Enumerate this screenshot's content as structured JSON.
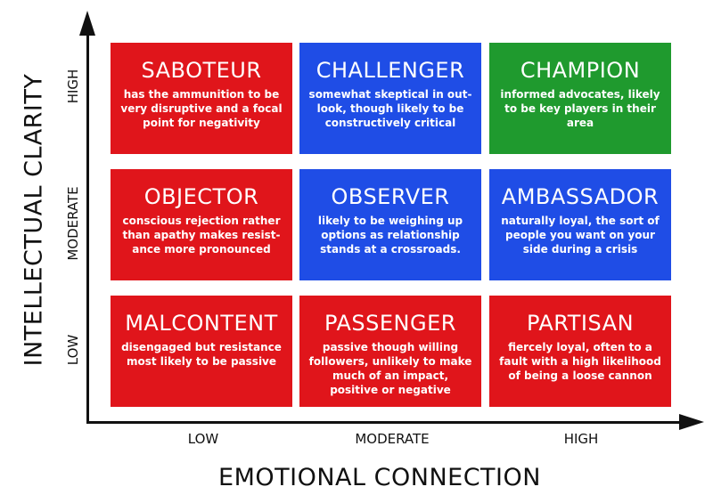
{
  "axes": {
    "y_title": "INTELLECTUAL CLARITY",
    "x_title": "EMOTIONAL CONNECTION",
    "y_ticks": [
      "HIGH",
      "MODERATE",
      "LOW"
    ],
    "x_ticks": [
      "LOW",
      "MODERATE",
      "HIGH"
    ]
  },
  "colors": {
    "red": "#e0151b",
    "blue": "#1f4de6",
    "green": "#1f9a2e",
    "axis": "#111111"
  },
  "cells": [
    {
      "title": "SABOTEUR",
      "desc": "has the ammunition to be very disruptive and a focal point for negativity",
      "color": "red"
    },
    {
      "title": "CHALLENGER",
      "desc": "somewhat skeptical in out-look, though likely to be constructively critical",
      "color": "blue"
    },
    {
      "title": "CHAMPION",
      "desc": "informed advocates, likely to be key players in their area",
      "color": "green"
    },
    {
      "title": "OBJECTOR",
      "desc": "conscious rejection rather than apathy makes resist-ance more pronounced",
      "color": "red"
    },
    {
      "title": "OBSERVER",
      "desc": "likely to be weighing up options as relationship stands at a crossroads.",
      "color": "blue"
    },
    {
      "title": "AMBASSADOR",
      "desc": "naturally loyal, the sort of people you want on your side during a crisis",
      "color": "blue"
    },
    {
      "title": "MALCONTENT",
      "desc": "disengaged but resistance most likely to be passive",
      "color": "red"
    },
    {
      "title": "PASSENGER",
      "desc": "passive though willing followers, unlikely to make much of an impact, positive or negative",
      "color": "red"
    },
    {
      "title": "PARTISAN",
      "desc": "fiercely loyal, often to a fault with a high likelihood of being a loose cannon",
      "color": "red"
    }
  ]
}
